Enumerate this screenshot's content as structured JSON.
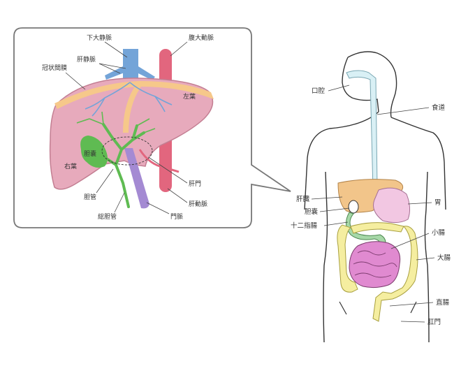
{
  "colors": {
    "liver": "#e7aabc",
    "liver_edge": "#c37e92",
    "ligament": "#f6c88a",
    "ivc": "#73a4d8",
    "aorta": "#e2667e",
    "portal_vein": "#a48ad3",
    "bile": "#5fbb52",
    "liver_body": "#f2c58a",
    "stomach": "#f2c7e2",
    "small_intestine": "#e08ad0",
    "large_intestine": "#f5eea0",
    "duodenum": "#a7d8a8",
    "esophagus": "#d9f0f5"
  },
  "callout": {
    "labels": {
      "ivc": "下大静脈",
      "aorta": "腹大動脈",
      "hepatic_vein": "肝静脈",
      "coronary_ligament": "冠状間膜",
      "left_lobe": "左葉",
      "right_lobe": "右葉",
      "gallbladder": "胆嚢",
      "bile_duct": "胆管",
      "common_bile_duct": "総胆管",
      "portal_vein": "門脈",
      "hepatic_artery": "肝動脈",
      "porta_hepatis": "肝門"
    }
  },
  "body": {
    "labels": {
      "mouth": "口腔",
      "esophagus": "食道",
      "liver": "肝臓",
      "stomach": "胃",
      "gallbladder": "胆嚢",
      "duodenum": "十二指腸",
      "small_intestine": "小腸",
      "large_intestine": "大腸",
      "rectum": "直腸",
      "anus": "肛門"
    }
  }
}
